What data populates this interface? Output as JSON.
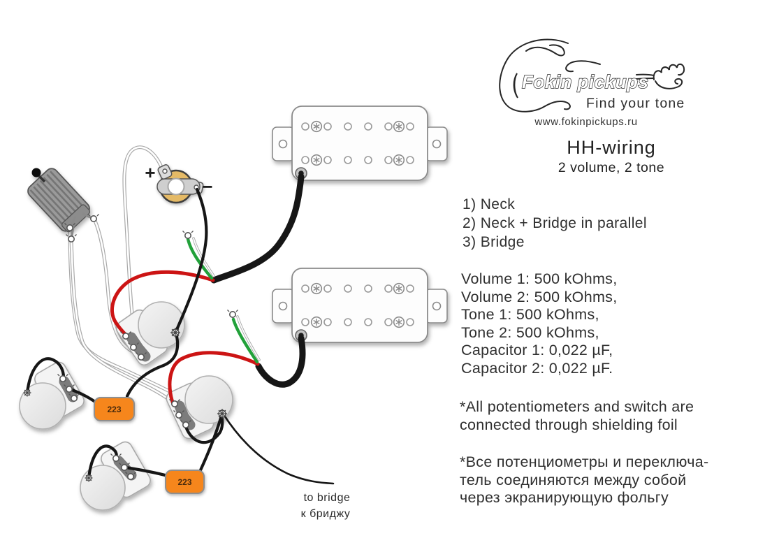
{
  "branding": {
    "logo_text": "Fokin pickups",
    "tagline": "Find your tone",
    "website": "www.fokinpickups.ru"
  },
  "title": {
    "main": "HH-wiring",
    "subtitle": "2 volume, 2 tone"
  },
  "switch_positions": [
    "1) Neck",
    "2) Neck + Bridge in parallel",
    "3) Bridge"
  ],
  "specs": [
    "Volume 1: 500 kOhms,",
    "Volume 2: 500 kOhms,",
    "Tone 1: 500 kOhms,",
    "Tone 2: 500 kOhms,",
    "Capacitor 1: 0,022 µF,",
    "Capacitor 2: 0,022 µF."
  ],
  "notes": {
    "english": [
      "*All potentiometers and switch are",
      "connected through shielding foil"
    ],
    "russian": [
      "*Все потенциометры и переключа-",
      "тель соединяются между собой",
      "через экранирующую фольгу"
    ]
  },
  "diagram": {
    "jack": {
      "plus_label": "+",
      "minus_label": "−"
    },
    "capacitor1_label": "223",
    "capacitor2_label": "223",
    "bridge_label_en": "to bridge",
    "bridge_label_ru": "к бриджу",
    "colors": {
      "wire_black": "#161616",
      "wire_red": "#cc1414",
      "wire_green": "#22a13a",
      "capacitor_orange": "#f6861f",
      "jack_ring": "#e5ba66"
    }
  }
}
